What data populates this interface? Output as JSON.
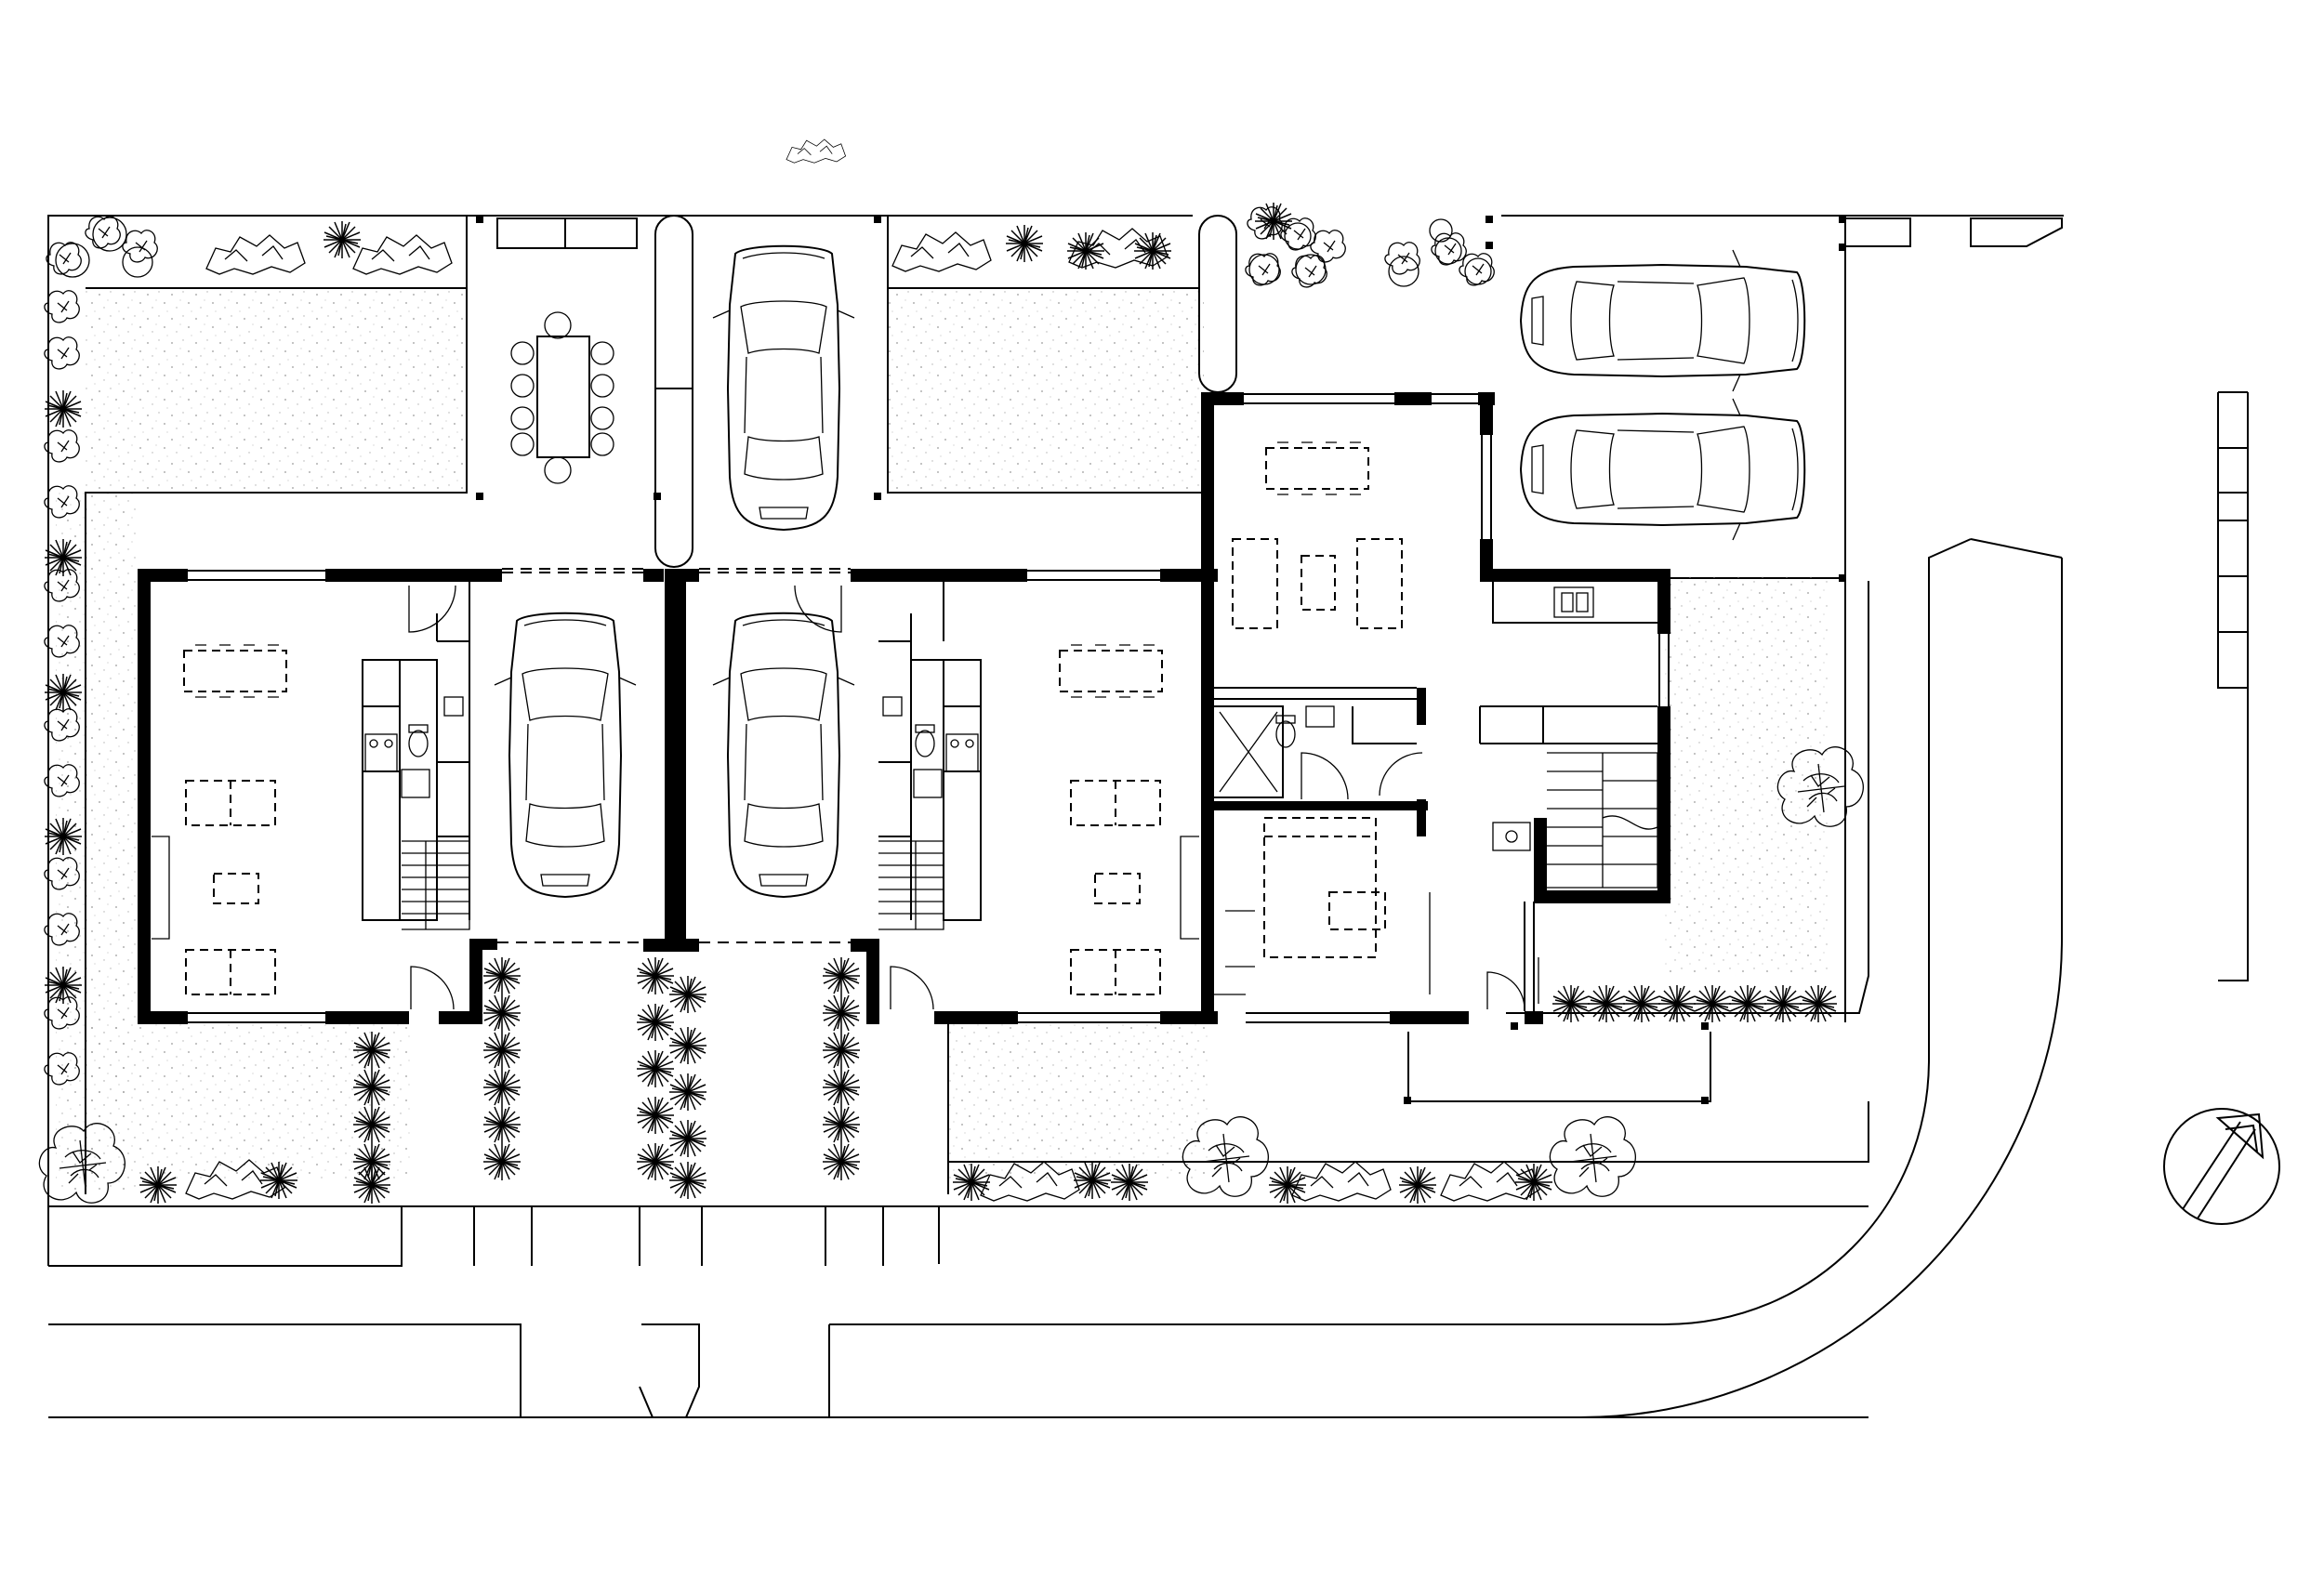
{
  "drawing": {
    "type": "site-ground-floor-plan",
    "units": [
      "townhouse-west",
      "townhouse-east",
      "corner-dwelling"
    ],
    "symbols": [
      "north-arrow-icon",
      "car-icon",
      "tree-icon",
      "shrub-icon",
      "dining-table-icon",
      "bed-icon",
      "stair-icon",
      "toilet-icon",
      "sink-icon"
    ],
    "colors": {
      "line": "#000000",
      "background": "#ffffff",
      "wall": "#000000"
    }
  }
}
